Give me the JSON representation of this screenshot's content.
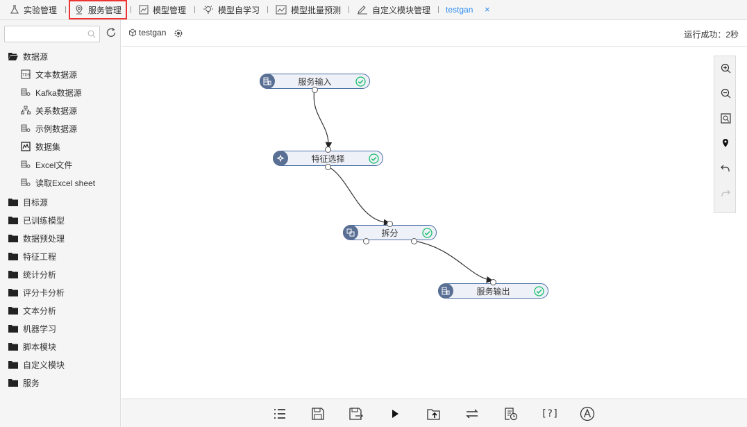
{
  "tabs": [
    {
      "label": "实验管理",
      "icon": "flask-icon"
    },
    {
      "label": "服务管理",
      "icon": "service-icon",
      "highlighted": true
    },
    {
      "label": "模型管理",
      "icon": "chart-icon"
    },
    {
      "label": "模型自学习",
      "icon": "bulb-icon"
    },
    {
      "label": "模型批量预测",
      "icon": "chart-icon"
    },
    {
      "label": "自定义模块管理",
      "icon": "edit-icon"
    },
    {
      "label": "testgan",
      "current": true
    }
  ],
  "tab_close": "×",
  "sidebar": {
    "search_placeholder": "",
    "tree": [
      {
        "label": "数据源",
        "type": "folder-open",
        "children": [
          {
            "label": "文本数据源",
            "icon": "text-datasource-icon"
          },
          {
            "label": "Kafka数据源",
            "icon": "db-icon"
          },
          {
            "label": "关系数据源",
            "icon": "relation-icon"
          },
          {
            "label": "示例数据源",
            "icon": "db-icon"
          },
          {
            "label": "数据集",
            "icon": "dataset-icon"
          },
          {
            "label": "Excel文件",
            "icon": "db-icon"
          },
          {
            "label": "读取Excel sheet",
            "icon": "db-icon"
          }
        ]
      },
      {
        "label": "目标源",
        "type": "folder"
      },
      {
        "label": "已训练模型",
        "type": "folder"
      },
      {
        "label": "数据预处理",
        "type": "folder"
      },
      {
        "label": "特征工程",
        "type": "folder"
      },
      {
        "label": "统计分析",
        "type": "folder"
      },
      {
        "label": "评分卡分析",
        "type": "folder"
      },
      {
        "label": "文本分析",
        "type": "folder"
      },
      {
        "label": "机器学习",
        "type": "folder"
      },
      {
        "label": "脚本模块",
        "type": "folder"
      },
      {
        "label": "自定义模块",
        "type": "folder"
      },
      {
        "label": "服务",
        "type": "folder"
      }
    ]
  },
  "canvas_header": {
    "project": "testgan",
    "status": "运行成功：2秒"
  },
  "nodes": [
    {
      "label": "服务输入",
      "status": "success"
    },
    {
      "label": "特征选择",
      "status": "success"
    },
    {
      "label": "拆分",
      "status": "success"
    },
    {
      "label": "服务输出",
      "status": "success"
    }
  ],
  "float_toolbar": [
    "zoom-in-icon",
    "zoom-out-icon",
    "fit-view-icon",
    "locate-icon",
    "undo-icon",
    "redo-icon"
  ],
  "bottom_toolbar": [
    "list-icon",
    "save-icon",
    "save-as-icon",
    "run-icon",
    "export-icon",
    "switch-icon",
    "schedule-icon",
    "help-icon",
    "about-icon"
  ],
  "bottom_help_text": "[?]",
  "colors": {
    "accent": "#2d8cf0",
    "highlight_border": "#ee3333",
    "node_border": "#4a6fa5",
    "node_icon_bg": "#5a6f94",
    "success": "#19be6b"
  }
}
